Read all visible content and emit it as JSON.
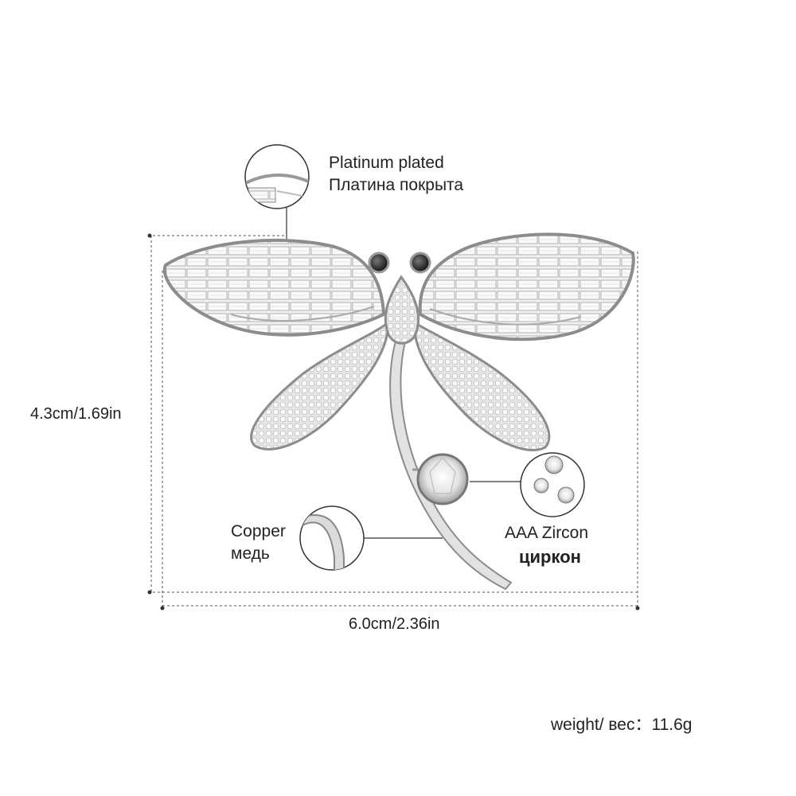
{
  "callouts": {
    "plating": {
      "line1": "Platinum plated",
      "line2": "Платина покрыта"
    },
    "material": {
      "line1": "Copper",
      "line2": "медь"
    },
    "stone": {
      "line1": "AAA  Zircon",
      "line2": "циркон"
    }
  },
  "dimensions": {
    "height": "4.3cm/1.69in",
    "width": "6.0cm/2.36in"
  },
  "weight": "weight/ вес：11.6g",
  "colors": {
    "metal": "#d8d8d8",
    "crystal": "#f2f2f2",
    "eye": "#2a2a2a",
    "line": "#333333"
  }
}
